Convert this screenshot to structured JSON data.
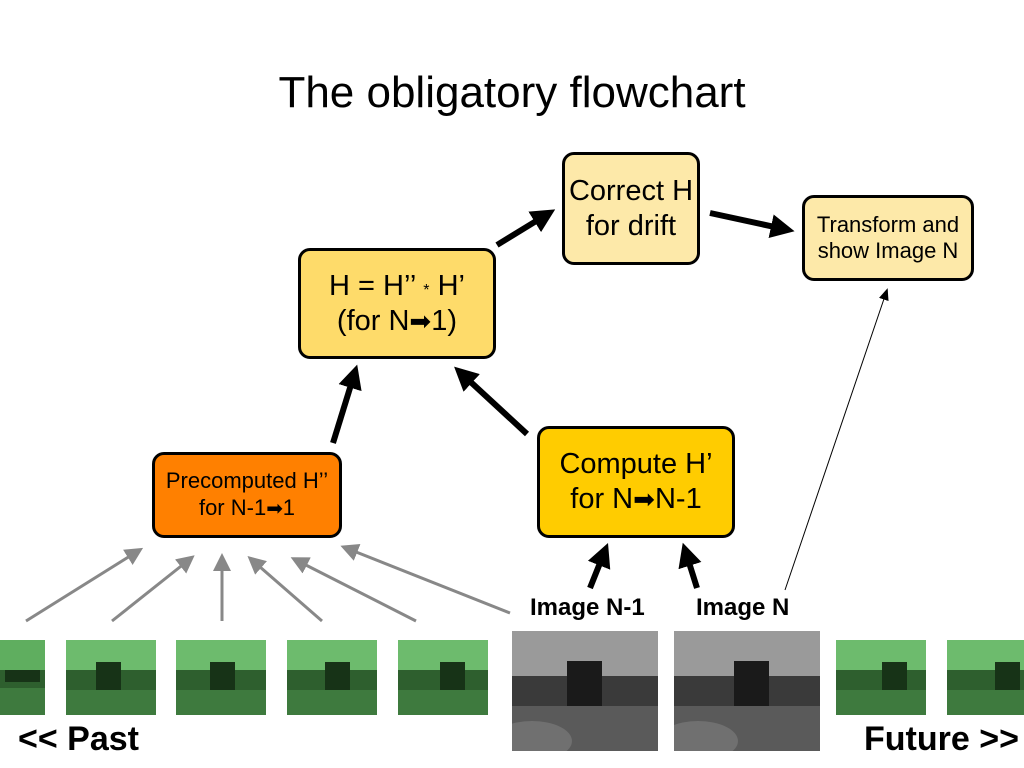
{
  "title": "The obligatory flowchart",
  "nodes": {
    "correct_h": {
      "line1": "Correct H",
      "line2": "for drift"
    },
    "transform": {
      "line1": "Transform and",
      "line2": "show Image N"
    },
    "h_equals": {
      "line1_a": "H = H’’ ",
      "line1_star": "*",
      "line1_b": " H’",
      "line2_a": "(for N",
      "line2_glyph": "➡",
      "line2_b": "1)"
    },
    "precomputed": {
      "line1": "Precomputed H’’",
      "line2_a": "for N-1",
      "line2_glyph": "➡",
      "line2_b": "1"
    },
    "compute": {
      "line1": "Compute H’",
      "line2_a": "for N",
      "line2_glyph": "➡",
      "line2_b": "N-1"
    }
  },
  "labels": {
    "image_n_minus_1": "Image N-1",
    "image_n": "Image N",
    "past": "<< Past",
    "future": "Future >>"
  },
  "colors": {
    "box_pale": "#fde9a9",
    "box_yellow": "#fedb6a",
    "box_gold": "#ffcc00",
    "box_orange": "#ff8000",
    "thumb_green": "#4f9f4f",
    "thumb_gray": "#5a5a5a"
  }
}
